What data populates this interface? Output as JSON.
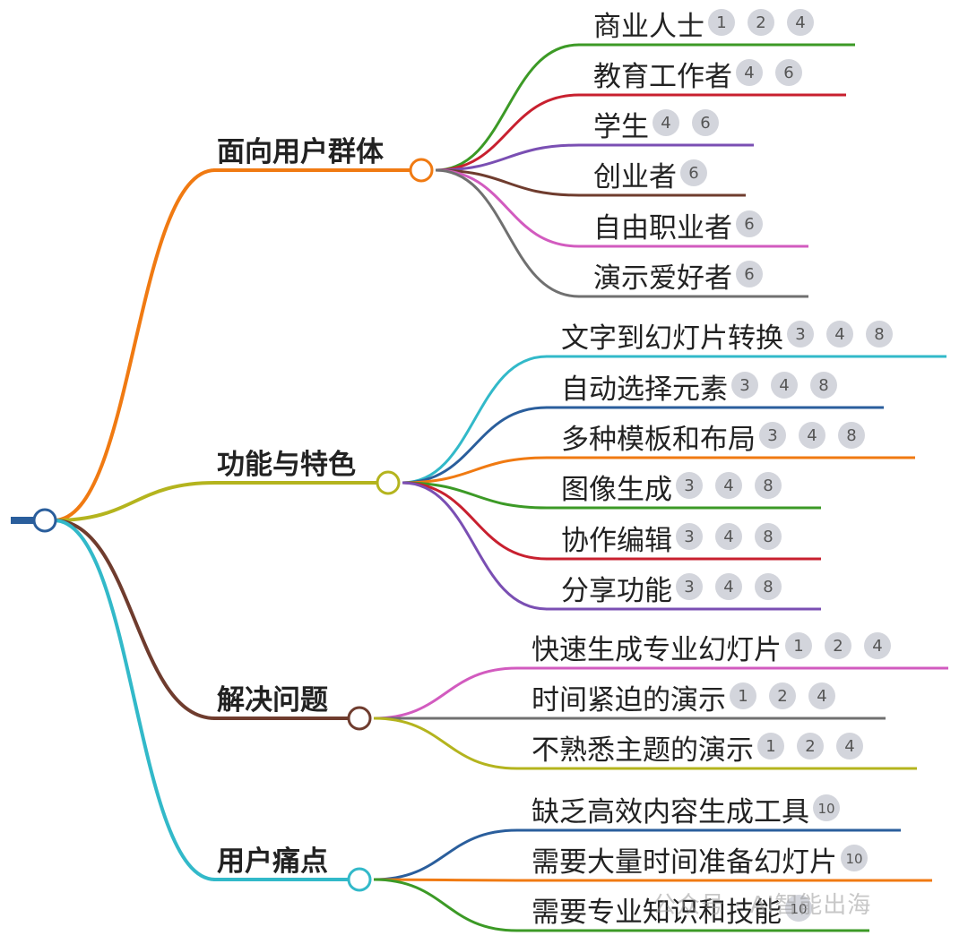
{
  "colors": {
    "green": "#3c9a26",
    "red": "#c8202f",
    "purple": "#7a4fb3",
    "brown": "#6f3c2e",
    "pink": "#d25bbf",
    "gray": "#707070",
    "cyan": "#32b9c9",
    "navy": "#2a5e9c",
    "orange": "#f07a12",
    "olive": "#b4b41e",
    "root": "#2a5e9c",
    "badge_fill": "#d3d5dc",
    "badge_text": "#555555",
    "text": "#222222"
  },
  "mindmap": {
    "branches": [
      {
        "label": "面向用户群体",
        "color": "orange",
        "children": [
          {
            "label": "商业人士",
            "badges": [
              "1",
              "2",
              "4"
            ],
            "color": "green"
          },
          {
            "label": "教育工作者",
            "badges": [
              "4",
              "6"
            ],
            "color": "red"
          },
          {
            "label": "学生",
            "badges": [
              "4",
              "6"
            ],
            "color": "purple"
          },
          {
            "label": "创业者",
            "badges": [
              "6"
            ],
            "color": "brown"
          },
          {
            "label": "自由职业者",
            "badges": [
              "6"
            ],
            "color": "pink"
          },
          {
            "label": "演示爱好者",
            "badges": [
              "6"
            ],
            "color": "gray"
          }
        ]
      },
      {
        "label": "功能与特色",
        "color": "olive",
        "children": [
          {
            "label": "文字到幻灯片转换",
            "badges": [
              "3",
              "4",
              "8"
            ],
            "color": "cyan"
          },
          {
            "label": "自动选择元素",
            "badges": [
              "3",
              "4",
              "8"
            ],
            "color": "navy"
          },
          {
            "label": "多种模板和布局",
            "badges": [
              "3",
              "4",
              "8"
            ],
            "color": "orange"
          },
          {
            "label": "图像生成",
            "badges": [
              "3",
              "4",
              "8"
            ],
            "color": "green"
          },
          {
            "label": "协作编辑",
            "badges": [
              "3",
              "4",
              "8"
            ],
            "color": "red"
          },
          {
            "label": "分享功能",
            "badges": [
              "3",
              "4",
              "8"
            ],
            "color": "purple"
          }
        ]
      },
      {
        "label": "解决问题",
        "color": "brown",
        "children": [
          {
            "label": "快速生成专业幻灯片",
            "badges": [
              "1",
              "2",
              "4"
            ],
            "color": "pink"
          },
          {
            "label": "时间紧迫的演示",
            "badges": [
              "1",
              "2",
              "4"
            ],
            "color": "gray"
          },
          {
            "label": "不熟悉主题的演示",
            "badges": [
              "1",
              "2",
              "4"
            ],
            "color": "olive"
          }
        ]
      },
      {
        "label": "用户痛点",
        "color": "cyan",
        "children": [
          {
            "label": "缺乏高效内容生成工具",
            "badges": [
              "10"
            ],
            "color": "navy"
          },
          {
            "label": "需要大量时间准备幻灯片",
            "badges": [
              "10"
            ],
            "color": "orange"
          },
          {
            "label": "需要专业知识和技能",
            "badges": [
              "10"
            ],
            "color": "green"
          }
        ]
      }
    ]
  },
  "watermark": "公众号 · AI智能出海"
}
